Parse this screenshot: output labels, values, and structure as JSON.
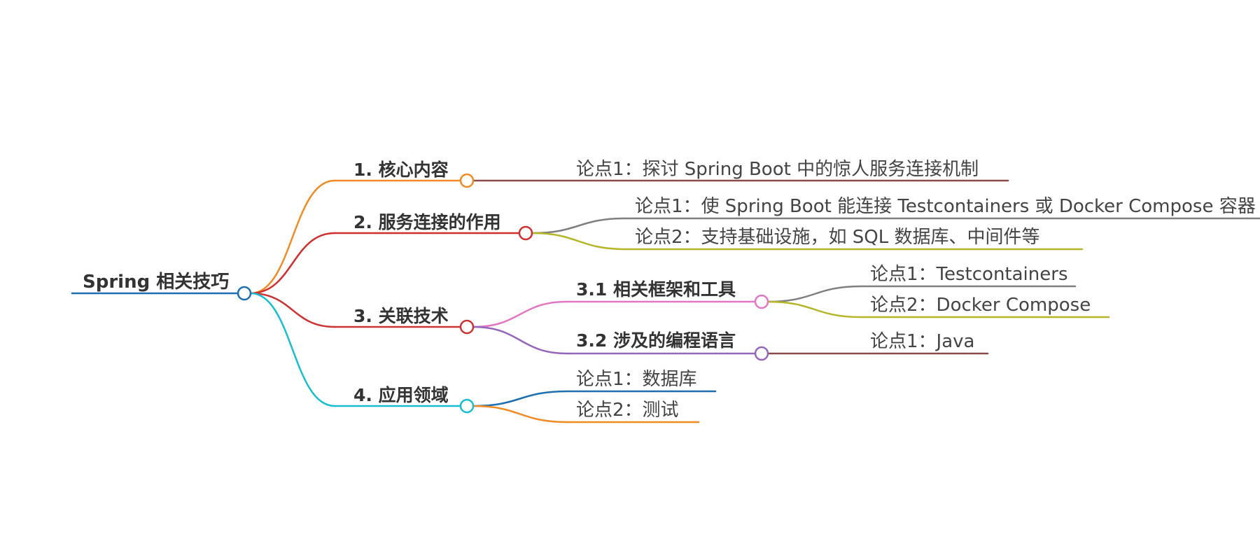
{
  "root": {
    "label": "Spring 相关技巧",
    "color": "#1f6fb0"
  },
  "branches": [
    {
      "label": "1. 核心内容",
      "color": "#f08a24",
      "children": [
        {
          "label": "论点1：探讨 Spring Boot 中的惊人服务连接机制",
          "color": "#8b4a4a"
        }
      ]
    },
    {
      "label": "2. 服务连接的作用",
      "color": "#d02f2f",
      "children": [
        {
          "label": "论点1：使 Spring Boot 能连接 Testcontainers 或 Docker Compose 容器",
          "color": "#7f7f7f"
        },
        {
          "label": "论点2：支持基础设施，如 SQL 数据库、中间件等",
          "color": "#b5b52a"
        }
      ]
    },
    {
      "label": "3. 关联技术",
      "color": "#c93434",
      "children": [
        {
          "label": "3.1 相关框架和工具",
          "color": "#e377c2",
          "children": [
            {
              "label": "论点1：Testcontainers",
              "color": "#7f7f7f"
            },
            {
              "label": "论点2：Docker Compose",
              "color": "#b5b52a"
            }
          ]
        },
        {
          "label": "3.2 涉及的编程语言",
          "color": "#9467bd",
          "children": [
            {
              "label": "论点1：Java",
              "color": "#8b4a4a"
            }
          ]
        }
      ]
    },
    {
      "label": "4. 应用领域",
      "color": "#17becf",
      "children": [
        {
          "label": "论点1：数据库",
          "color": "#1f6fb0"
        },
        {
          "label": "论点2：测试",
          "color": "#f08a24"
        }
      ]
    }
  ]
}
